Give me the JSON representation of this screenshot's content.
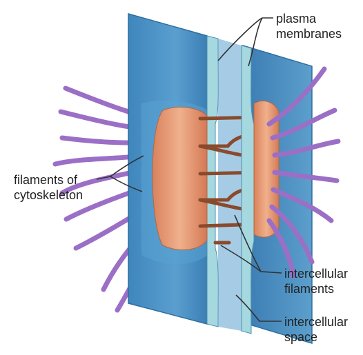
{
  "labels": {
    "plasma_membranes": [
      "plasma",
      "membranes"
    ],
    "filaments_of_cytoskeleton": [
      "filaments of",
      "cytoskeleton"
    ],
    "intercellular_filaments": [
      "intercellular",
      "filaments"
    ],
    "intercellular_space": [
      "intercellular",
      "space"
    ]
  },
  "colors": {
    "membrane_blue": "#4a90c4",
    "membrane_edge": "#9fd3dc",
    "plaque": "#e59a72",
    "cytoskeleton_filament": "#9b6fc6",
    "intercellular_filament": "#8a4a2c",
    "leader_line": "#333333"
  }
}
